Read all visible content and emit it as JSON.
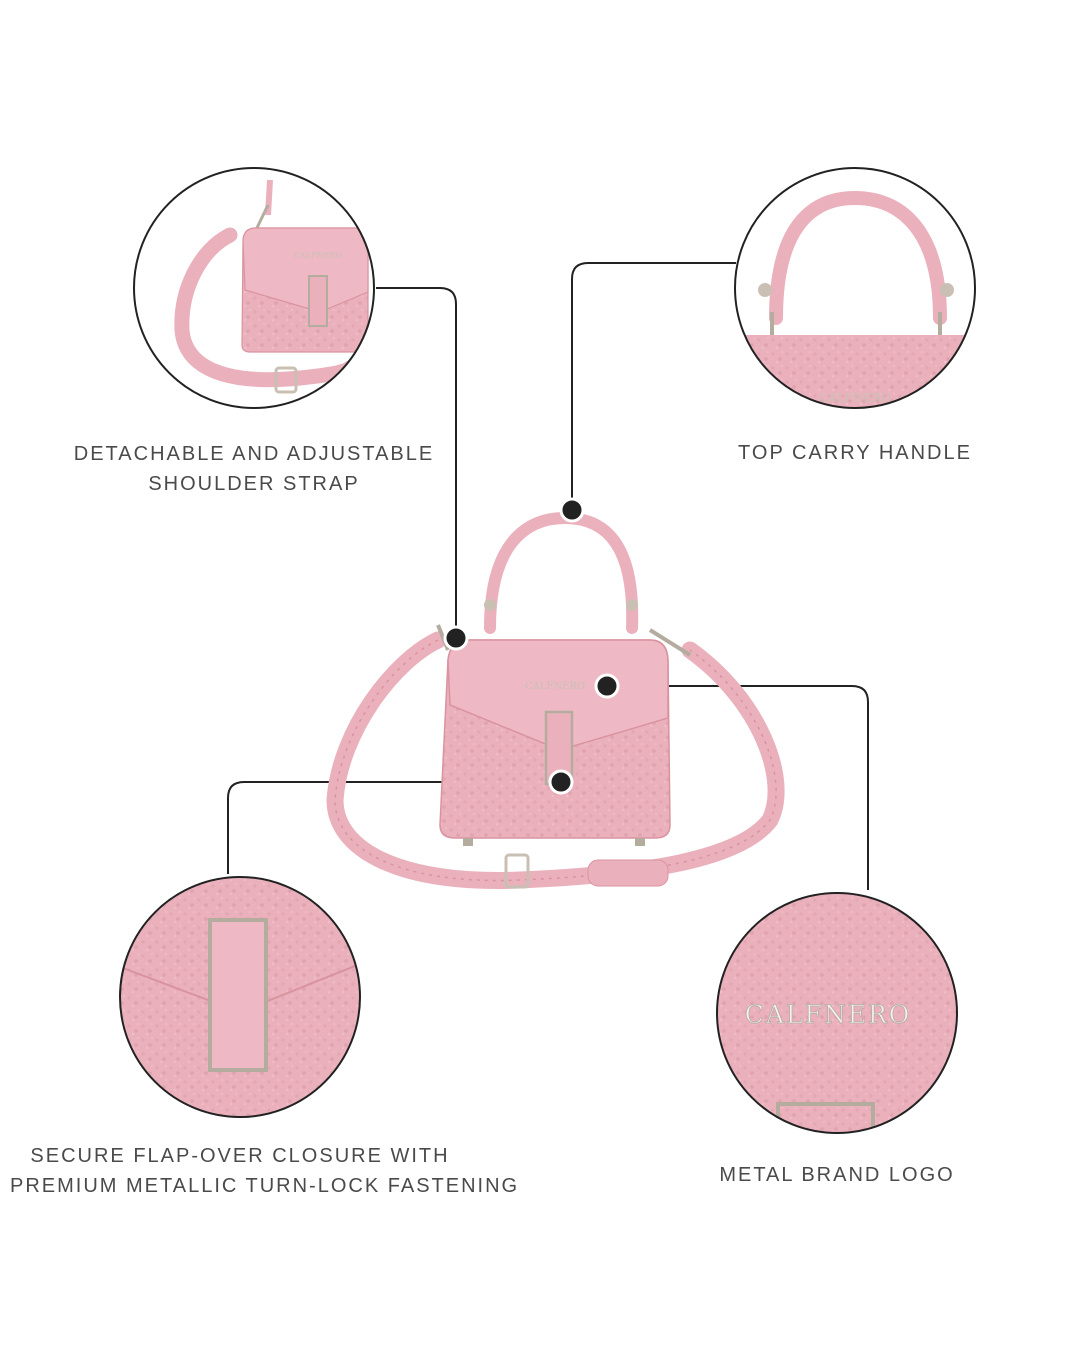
{
  "brand": {
    "logo_text": "CALFNERO"
  },
  "features": {
    "strap": {
      "line1": "DETACHABLE AND ADJUSTABLE",
      "line2": "SHOULDER STRAP"
    },
    "handle": {
      "line1": "TOP CARRY HANDLE"
    },
    "closure": {
      "line1": "SECURE FLAP-OVER CLOSURE WITH",
      "line2": "PREMIUM METALLIC TURN-LOCK FASTENING"
    },
    "logo": {
      "line1": "METAL BRAND LOGO"
    }
  },
  "colors": {
    "bag_pink": "#eab1bd",
    "bag_pink_dark": "#d9939f",
    "bag_pink_light": "#f3c9d1",
    "hardware": "#c9c0b3",
    "outline": "#222222",
    "text": "#4a4a4a",
    "background": "#ffffff"
  }
}
